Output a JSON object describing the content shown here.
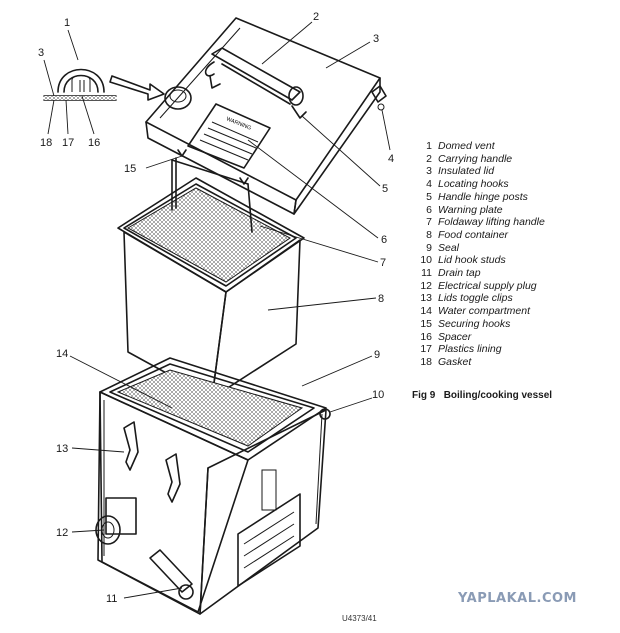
{
  "figure": {
    "number": "Fig 9",
    "title": "Boiling/cooking vessel",
    "drawing_ref": "U4373/41"
  },
  "warning_plate": {
    "heading": "WARNING"
  },
  "callouts": [
    "1",
    "2",
    "3",
    "4",
    "5",
    "6",
    "7",
    "8",
    "9",
    "10",
    "11",
    "12",
    "13",
    "14",
    "15",
    "16",
    "17",
    "18"
  ],
  "legend": [
    {
      "num": "1",
      "label": "Domed vent"
    },
    {
      "num": "2",
      "label": "Carrying handle"
    },
    {
      "num": "3",
      "label": "Insulated lid"
    },
    {
      "num": "4",
      "label": "Locating hooks"
    },
    {
      "num": "5",
      "label": "Handle hinge posts"
    },
    {
      "num": "6",
      "label": "Warning plate"
    },
    {
      "num": "7",
      "label": "Foldaway lifting handle"
    },
    {
      "num": "8",
      "label": "Food container"
    },
    {
      "num": "9",
      "label": "Seal"
    },
    {
      "num": "10",
      "label": "Lid hook studs"
    },
    {
      "num": "11",
      "label": "Drain tap"
    },
    {
      "num": "12",
      "label": "Electrical supply plug"
    },
    {
      "num": "13",
      "label": "Lids toggle clips"
    },
    {
      "num": "14",
      "label": "Water compartment"
    },
    {
      "num": "15",
      "label": "Securing hooks"
    },
    {
      "num": "16",
      "label": "Spacer"
    },
    {
      "num": "17",
      "label": "Plastics lining"
    },
    {
      "num": "18",
      "label": "Gasket"
    }
  ],
  "watermark": "YAPLAKAL.COM"
}
